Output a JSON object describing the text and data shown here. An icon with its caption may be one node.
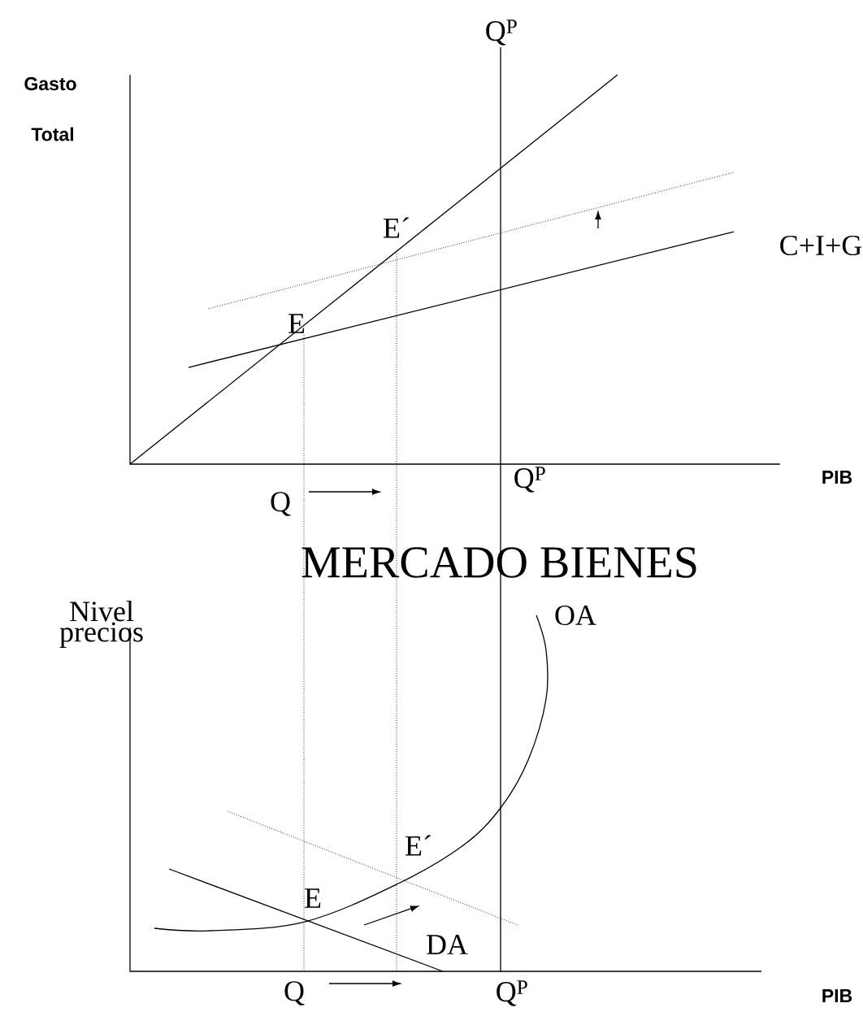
{
  "diagram": {
    "labels": [
      "Q$^{P}$",
      "Gasto",
      "Total",
      "E´",
      "C+I+G",
      "E",
      "PIB",
      "Q",
      "Q$^{P}$",
      "MERCADO BIENES",
      "Nivel precios",
      "OA",
      "E´",
      "E",
      "DA",
      "Q",
      "Q$^{P}$",
      "PIB"
    ]
  }
}
